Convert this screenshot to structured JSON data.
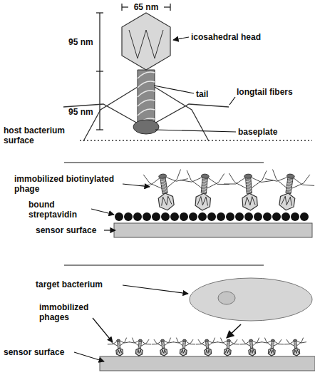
{
  "diagram": {
    "labels": [
      "65 nm",
      "95 nm",
      "icosahedral head",
      "95 nm",
      "tail",
      "longtail fibers",
      "host bacterium surface",
      "baseplate",
      "immobilized biotinylated phage",
      "bound streptavidin",
      "sensor surface",
      "target bacterium",
      "immobilized phages",
      "sensor surface"
    ]
  }
}
